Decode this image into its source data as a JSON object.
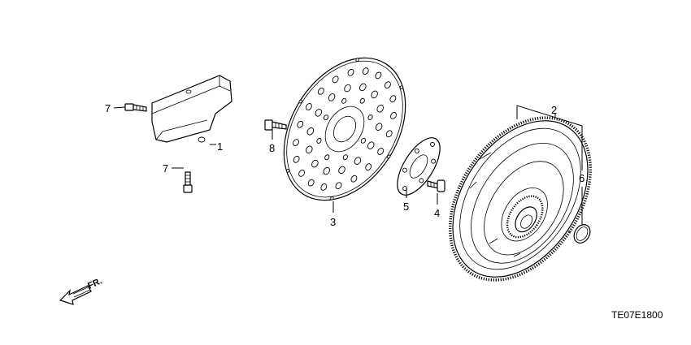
{
  "diagram": {
    "code": "TE07E1800",
    "direction_label": "FR.",
    "callouts": {
      "c1": "1",
      "c2": "2",
      "c3": "3",
      "c4": "4",
      "c5": "5",
      "c6": "6",
      "c7a": "7",
      "c7b": "7",
      "c8": "8"
    }
  }
}
